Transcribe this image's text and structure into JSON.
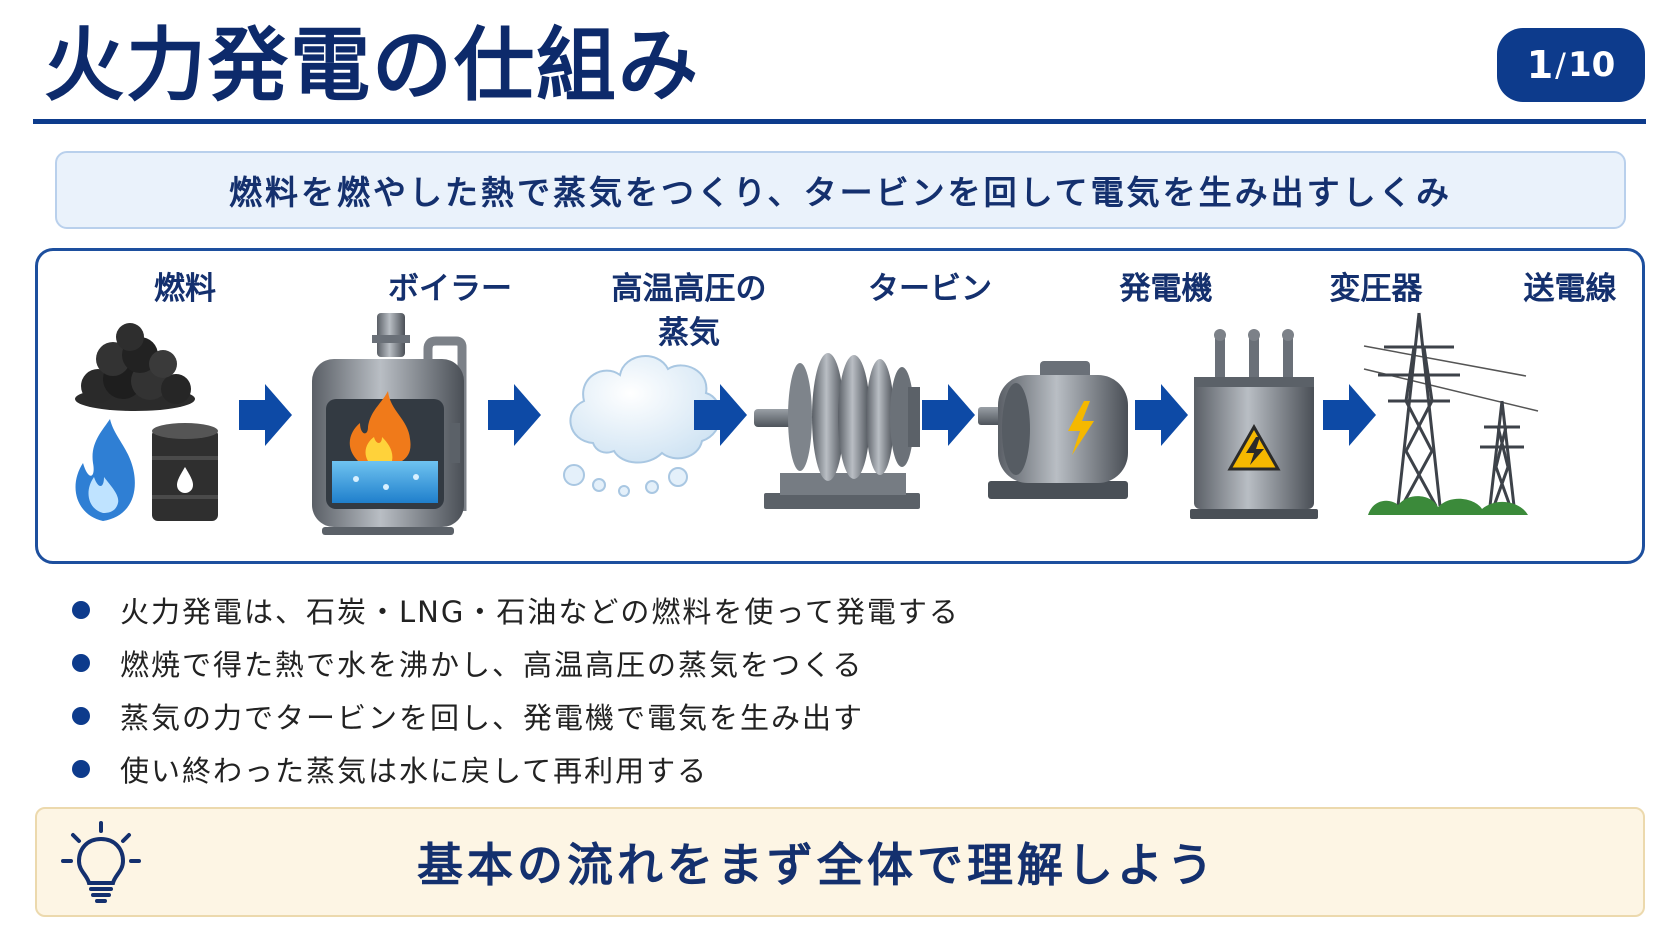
{
  "header": {
    "title": "火力発電の仕組み",
    "page_current": "1",
    "page_separator": "/",
    "page_total": "10"
  },
  "subtitle": "燃料を燃やした熱で蒸気をつくり、タービンを回して電気を生み出すしくみ",
  "flow": {
    "steps": [
      {
        "label": "燃料",
        "icon": "fuel-icon"
      },
      {
        "label": "ボイラー",
        "icon": "boiler-icon"
      },
      {
        "label": "高温高圧の",
        "label2": "蒸気",
        "icon": "steam-icon"
      },
      {
        "label": "タービン",
        "icon": "turbine-icon"
      },
      {
        "label": "発電機",
        "icon": "generator-icon"
      },
      {
        "label": "変圧器",
        "icon": "transformer-icon"
      },
      {
        "label": "送電線",
        "icon": "transmission-tower-icon"
      }
    ],
    "arrow_icon": "arrow-right-icon"
  },
  "bullets": [
    "火力発電は、石炭・LNG・石油などの燃料を使って発電する",
    "燃焼で得た熱で水を沸かし、高温高圧の蒸気をつくる",
    "蒸気の力でタービンを回し、発電機で電気を生み出す",
    "使い終わった蒸気は水に戻して再利用する"
  ],
  "callout": {
    "icon": "lightbulb-icon",
    "text": "基本の流れをまず全体で理解しよう"
  },
  "colors": {
    "navy": "#0d2a6b",
    "accent_blue": "#0d3b8c",
    "subtitle_bg": "#eaf2fb",
    "callout_bg": "#fdf5e4",
    "flame_orange": "#f07a1a",
    "bolt_yellow": "#f5b800"
  }
}
